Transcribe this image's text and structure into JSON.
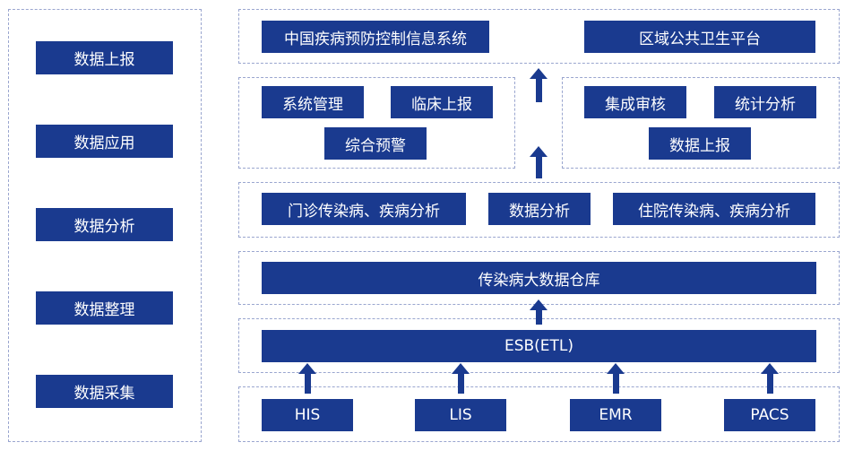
{
  "left_column": {
    "items": [
      "数据上报",
      "数据应用",
      "数据分析",
      "数据整理",
      "数据采集"
    ]
  },
  "top_row": {
    "left": "中国疾病预防控制信息系统",
    "right": "区域公共卫生平台"
  },
  "middle_left": {
    "items": [
      "系统管理",
      "临床上报",
      "综合预警"
    ]
  },
  "middle_right": {
    "items": [
      "集成审核",
      "统计分析",
      "数据上报"
    ]
  },
  "analysis_row": {
    "items": [
      "门诊传染病、疾病分析",
      "数据分析",
      "住院传染病、疾病分析"
    ]
  },
  "warehouse": "传染病大数据仓库",
  "esb": "ESB(ETL)",
  "sources": {
    "items": [
      "HIS",
      "LIS",
      "EMR",
      "PACS"
    ]
  },
  "colors": {
    "box_fill": "#1a3a8f",
    "box_text": "#ffffff",
    "dashed_border": "#9aa6cf"
  }
}
